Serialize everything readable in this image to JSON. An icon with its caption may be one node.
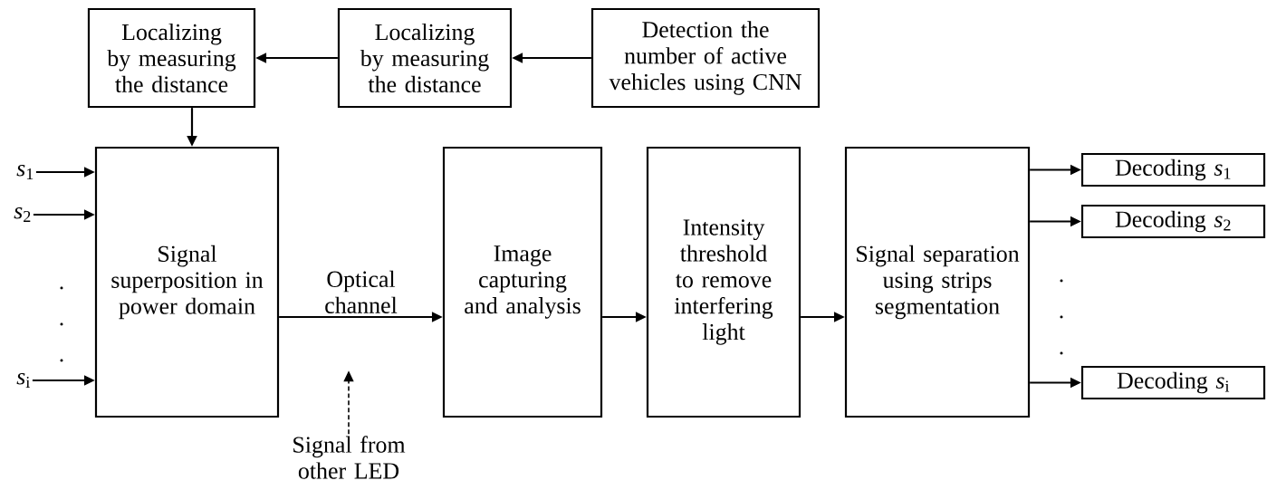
{
  "diagram": {
    "nodes": [
      {
        "text": [
          "Localizing by measuring the distance"
        ]
      },
      {
        "text": [
          "Localizing by measuring the distance"
        ]
      },
      {
        "text": [
          "Detection the number of active vehicles using CNN"
        ]
      },
      {
        "text": [
          "*s*$_{1}$"
        ]
      },
      {
        "text": [
          "*s*$_{2}$"
        ]
      },
      {
        "text": [
          "*s*$_{i}$"
        ]
      },
      {
        "text": [
          "Signal superposition in power domain"
        ]
      },
      {
        "text": [
          "Image capturing and analysis"
        ]
      },
      {
        "text": [
          "Intensity threshold to remove interfering light"
        ]
      },
      {
        "text": [
          "Signal separation using strips segmentation"
        ]
      },
      {
        "text": [
          "Decoding *s*$_{1}$"
        ]
      },
      {
        "text": [
          "Decoding *s*$_{2}$"
        ]
      },
      {
        "text": [
          "Decoding *s*$_{i}$"
        ]
      },
      {
        "text": [
          "Signal from other LED"
        ]
      }
    ],
    "edges": [
      {
        "from": 2,
        "to": 1,
        "arrow": "to"
      },
      {
        "from": 1,
        "to": 0,
        "arrow": "to"
      },
      {
        "from": 0,
        "to": 6,
        "arrow": "to"
      },
      {
        "from": 3,
        "to": 6,
        "arrow": "to"
      },
      {
        "from": 4,
        "to": 6,
        "arrow": "to"
      },
      {
        "from": 5,
        "to": 6,
        "arrow": "to"
      },
      {
        "from": 6,
        "to": 7,
        "arrow": "to",
        "label": "Optical channel"
      },
      {
        "from": 7,
        "to": 8,
        "arrow": "to"
      },
      {
        "from": 8,
        "to": 9,
        "arrow": "to"
      },
      {
        "from": 9,
        "to": 10,
        "arrow": "to"
      },
      {
        "from": 9,
        "to": 11,
        "arrow": "to"
      },
      {
        "from": 9,
        "to": 12,
        "arrow": "to"
      },
      {
        "from": 13,
        "to": null,
        "arrow": "to",
        "style": "dashed"
      }
    ],
    "labels": [
      ".",
      ".",
      ".",
      ".",
      ".",
      "."
    ]
  }
}
